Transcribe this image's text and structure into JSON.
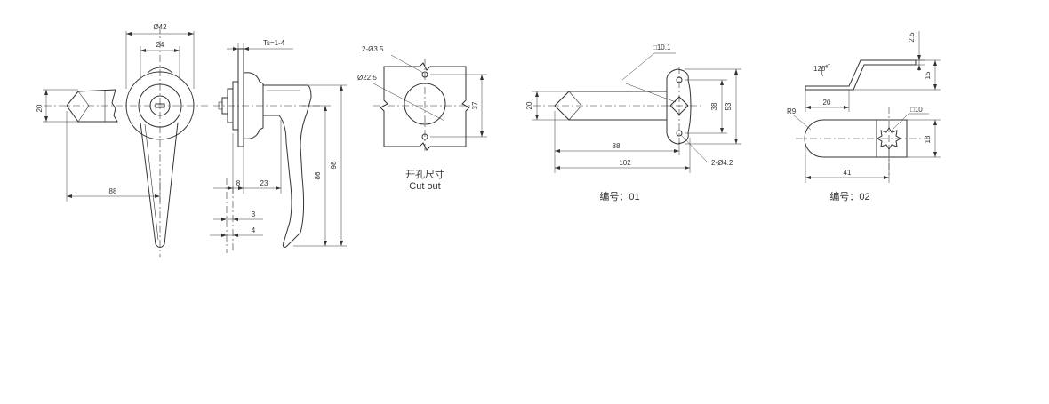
{
  "view_front": {
    "dia_outer": "Ø42",
    "width_inner": "24",
    "height_left": "20",
    "length_bottom": "88"
  },
  "view_side": {
    "ts_label": "Ts=1-4",
    "dim_8": "8",
    "dim_23": "23",
    "dim_3": "3",
    "dim_4": "4",
    "dim_86": "86",
    "dim_98": "98"
  },
  "cutout": {
    "holes_label": "2-Ø3.5",
    "dia_label": "Ø22.5",
    "height_label": "37",
    "caption_cn": "开孔尺寸",
    "caption_en": "Cut out"
  },
  "cam01": {
    "square_label": "□10.1",
    "height_20": "20",
    "height_38": "38",
    "height_53": "53",
    "len_88": "88",
    "len_102": "102",
    "holes_label": "2-Ø4.2",
    "caption": "编号：01"
  },
  "cam02": {
    "dim_2_5": "2.5",
    "angle": "120°",
    "dim_15": "15",
    "dim_20": "20",
    "radius": "R9",
    "square_label": "□10",
    "dim_18": "18",
    "dim_41": "41",
    "caption": "编号：02"
  }
}
